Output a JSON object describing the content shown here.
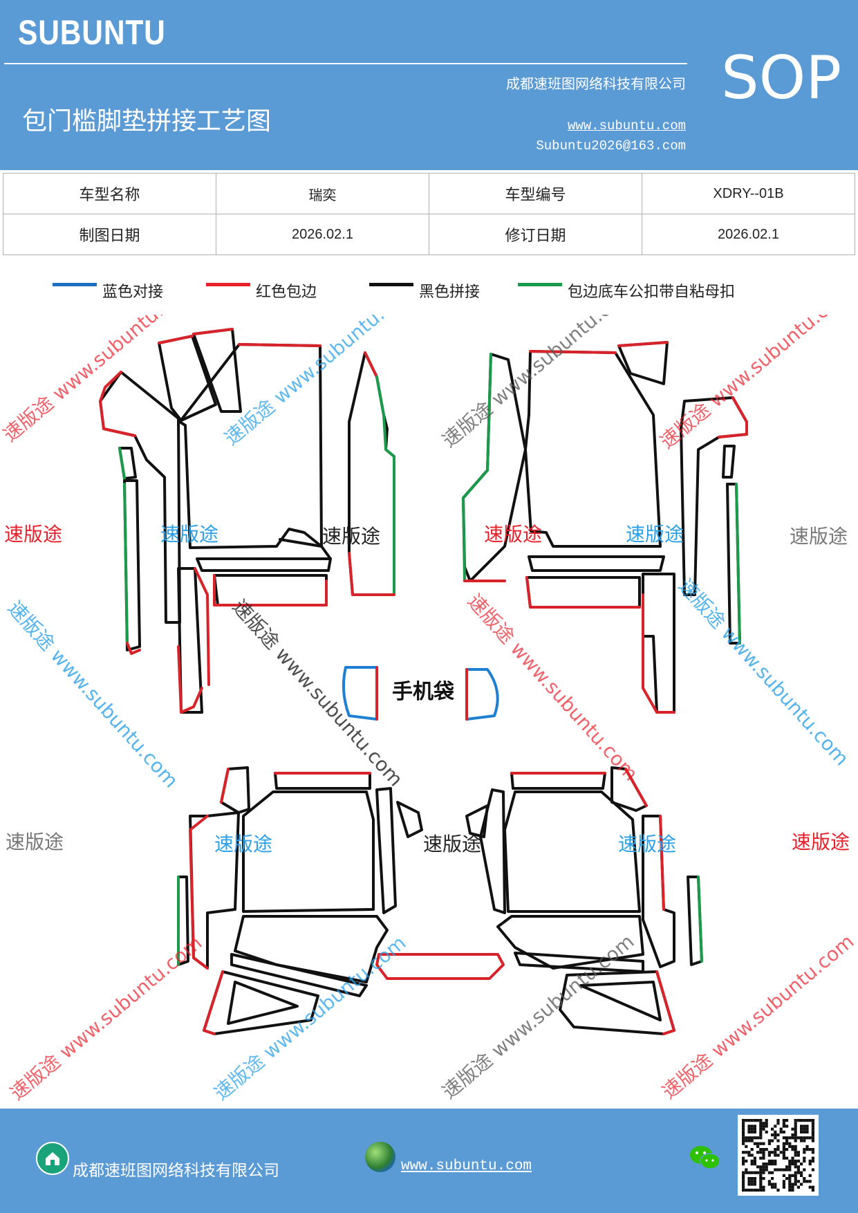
{
  "header": {
    "brand": "SUBUNTU",
    "doc_title": "包门槛脚垫拼接工艺图",
    "company": "成都速班图网络科技有限公司",
    "website": "www.subuntu.com",
    "email": "Subuntu2026@163.com",
    "badge": "SOP"
  },
  "info_table": {
    "model_name_label": "车型名称",
    "model_name_value": "瑞奕",
    "model_code_label": "车型编号",
    "model_code_value": "XDRY--01B",
    "draw_date_label": "制图日期",
    "draw_date_value": "2026.02.1",
    "revise_date_label": "修订日期",
    "revise_date_value": "2026.02.1"
  },
  "legend": [
    {
      "label": "蓝色对接",
      "color": "#1f6fc0"
    },
    {
      "label": "红色包边",
      "color": "#e8202a"
    },
    {
      "label": "黑色拼接",
      "color": "#111111"
    },
    {
      "label": "包边底车公扣带自粘母扣",
      "color": "#1a9a4a"
    }
  ],
  "drawing": {
    "phone_pocket_label": "手机袋",
    "watermark_text": "速版途",
    "watermark_url": "速版途 www.subuntu.com",
    "colors": {
      "red": "#d8232a",
      "black": "#111111",
      "blue": "#1f7fd0",
      "green": "#1a9a4a",
      "wm_red": "#e8202a",
      "wm_blue": "#2aa0e8",
      "wm_gray": "#777777"
    }
  },
  "footer": {
    "company": "成都速班图网络科技有限公司",
    "website": "www.subuntu.com",
    "icons": [
      "home-icon",
      "globe-icon",
      "wechat-icon",
      "qr-code"
    ]
  }
}
